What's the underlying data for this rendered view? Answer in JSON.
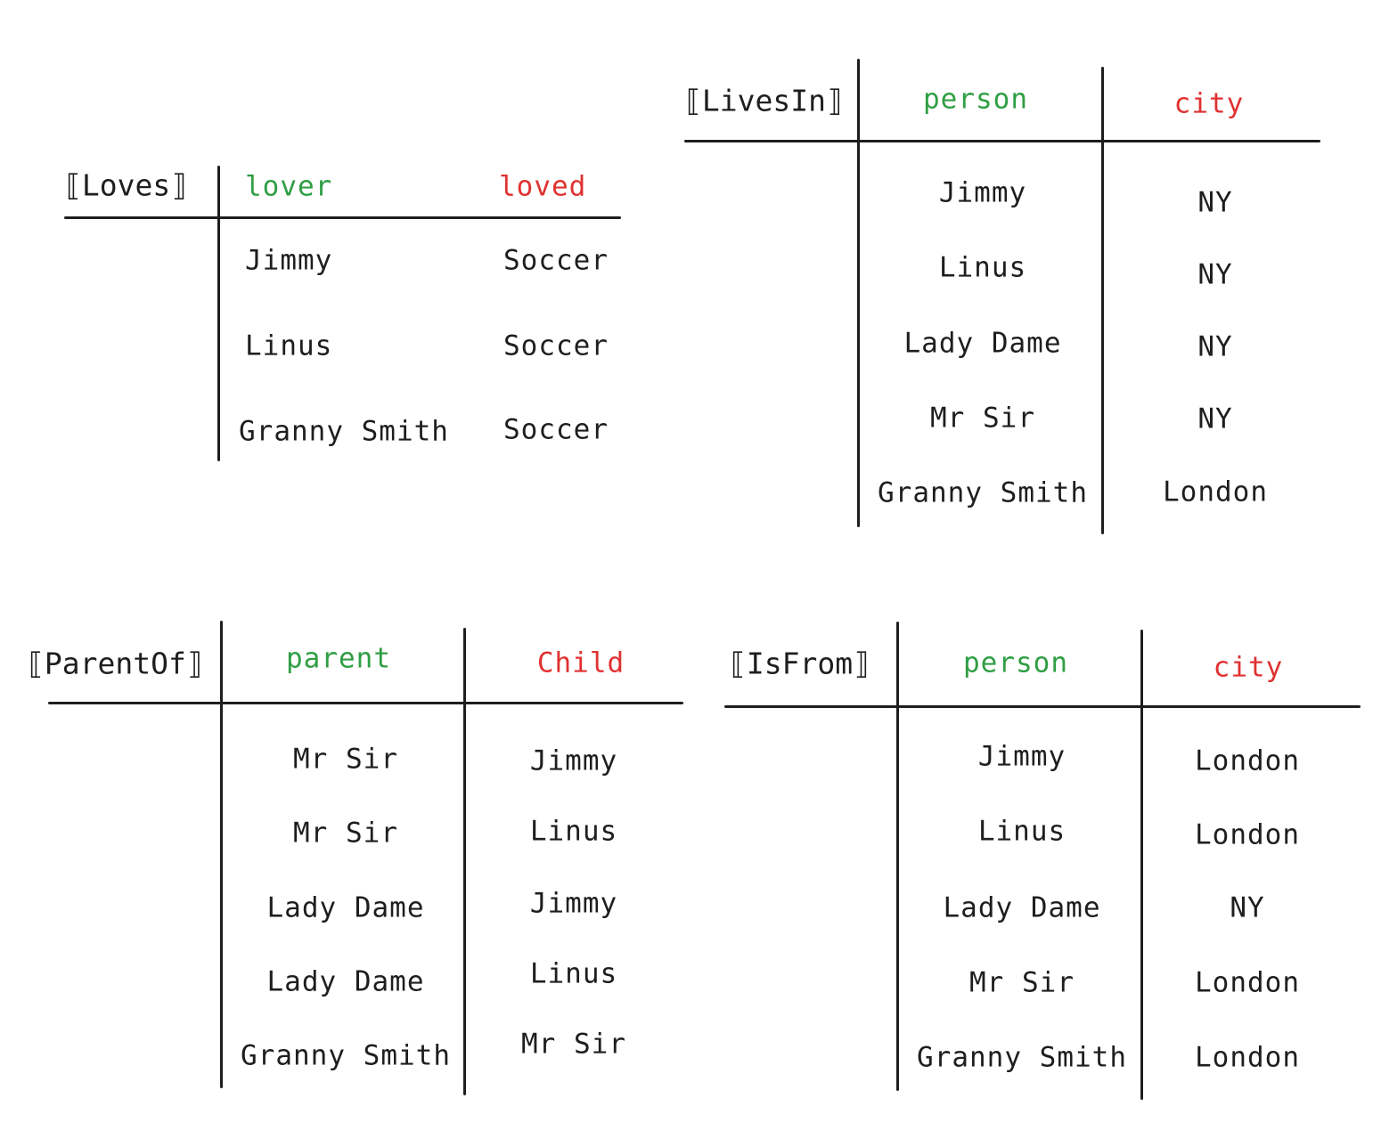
{
  "colors": {
    "key_header": "#2f9e44",
    "value_header": "#e03131",
    "ink": "#1e1e1e"
  },
  "tables": [
    {
      "id": "loves",
      "title": "⟦Loves⟧",
      "headers": [
        "lover",
        "loved"
      ],
      "rows": [
        [
          "Jimmy",
          "Soccer"
        ],
        [
          "Linus",
          "Soccer"
        ],
        [
          "Granny Smith",
          "Soccer"
        ]
      ]
    },
    {
      "id": "livesin",
      "title": "⟦LivesIn⟧",
      "headers": [
        "person",
        "city"
      ],
      "rows": [
        [
          "Jimmy",
          "NY"
        ],
        [
          "Linus",
          "NY"
        ],
        [
          "Lady Dame",
          "NY"
        ],
        [
          "Mr Sir",
          "NY"
        ],
        [
          "Granny Smith",
          "London"
        ]
      ]
    },
    {
      "id": "parentof",
      "title": "⟦ParentOf⟧",
      "headers": [
        "parent",
        "Child"
      ],
      "rows": [
        [
          "Mr Sir",
          "Jimmy"
        ],
        [
          "Mr Sir",
          "Linus"
        ],
        [
          "Lady Dame",
          "Jimmy"
        ],
        [
          "Lady Dame",
          "Linus"
        ],
        [
          "Granny Smith",
          "Mr Sir"
        ]
      ]
    },
    {
      "id": "isfrom",
      "title": "⟦IsFrom⟧",
      "headers": [
        "person",
        "city"
      ],
      "rows": [
        [
          "Jimmy",
          "London"
        ],
        [
          "Linus",
          "London"
        ],
        [
          "Lady Dame",
          "NY"
        ],
        [
          "Mr Sir",
          "London"
        ],
        [
          "Granny Smith",
          "London"
        ]
      ]
    }
  ]
}
